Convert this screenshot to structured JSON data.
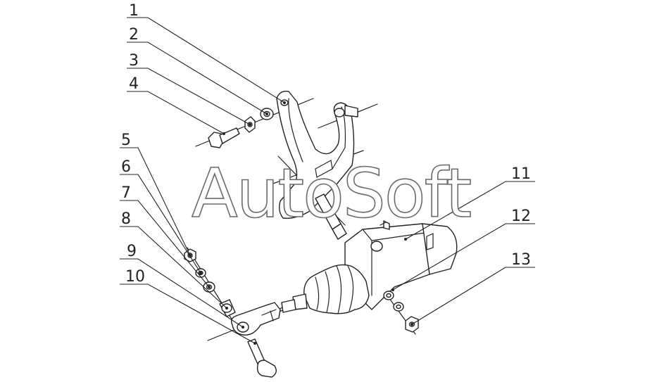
{
  "watermark": "AutoSoft",
  "callouts": [
    {
      "id": 1,
      "label": "1"
    },
    {
      "id": 2,
      "label": "2"
    },
    {
      "id": 3,
      "label": "3"
    },
    {
      "id": 4,
      "label": "4"
    },
    {
      "id": 5,
      "label": "5"
    },
    {
      "id": 6,
      "label": "6"
    },
    {
      "id": 7,
      "label": "7"
    },
    {
      "id": 8,
      "label": "8"
    },
    {
      "id": 9,
      "label": "9"
    },
    {
      "id": 10,
      "label": "10"
    },
    {
      "id": 11,
      "label": "11"
    },
    {
      "id": 12,
      "label": "12"
    },
    {
      "id": 13,
      "label": "13"
    }
  ],
  "colors": {
    "line": "#222222",
    "watermark_outline": "#6a6a6a",
    "background": "#ffffff"
  }
}
